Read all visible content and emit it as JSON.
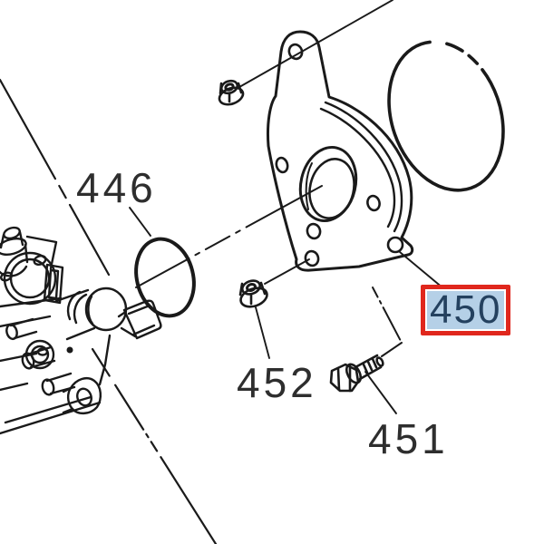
{
  "diagram": {
    "type": "exploded-parts-diagram",
    "background_color": "#ffffff",
    "line_color": "#1a1a1a",
    "labels": {
      "part446": "446",
      "part450": "450",
      "part451": "451",
      "part452": "452"
    },
    "selected_part": {
      "label": "450",
      "box_border_color": "#e0271d",
      "highlight_color": "#b5d0e7",
      "text_color": "#24415f"
    },
    "parts": [
      {
        "name": "supply-pump-assembly"
      },
      {
        "name": "o-ring-446"
      },
      {
        "name": "bracket-cover-plate-450"
      },
      {
        "name": "o-ring-large"
      },
      {
        "name": "flange-nut-upper"
      },
      {
        "name": "flange-nut-452"
      },
      {
        "name": "flange-bolt-451"
      }
    ]
  }
}
